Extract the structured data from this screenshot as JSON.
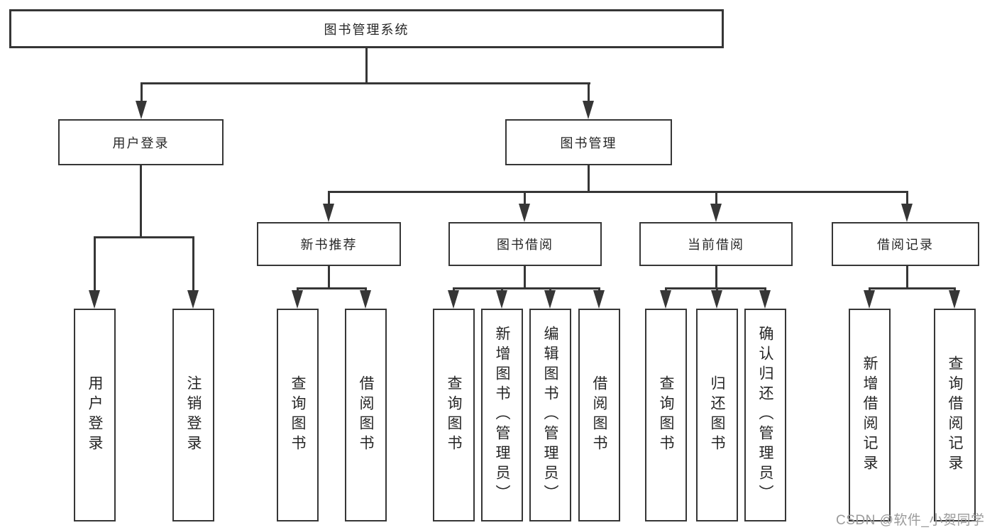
{
  "tree": {
    "root": "图书管理系统",
    "branches": [
      {
        "label": "用户登录",
        "children": [
          "用户登录",
          "注销登录"
        ]
      },
      {
        "label": "图书管理",
        "groups": [
          {
            "label": "新书推荐",
            "children": [
              "查询图书",
              "借阅图书"
            ]
          },
          {
            "label": "图书借阅",
            "children": [
              "查询图书",
              "新增图书（管理员）",
              "编辑图书（管理员）",
              "借阅图书"
            ]
          },
          {
            "label": "当前借阅",
            "children": [
              "查询图书",
              "归还图书",
              "确认归还（管理员）"
            ]
          },
          {
            "label": "借阅记录",
            "children": [
              "新增借阅记录",
              "查询借阅记录"
            ]
          }
        ]
      }
    ]
  },
  "watermark": {
    "text": "CSDN @软件_小贺同学",
    "color": "#9b9b9b"
  },
  "colors": {
    "line": "#363636",
    "box_border": "#363636",
    "text": "#262626",
    "background": "#ffffff"
  }
}
